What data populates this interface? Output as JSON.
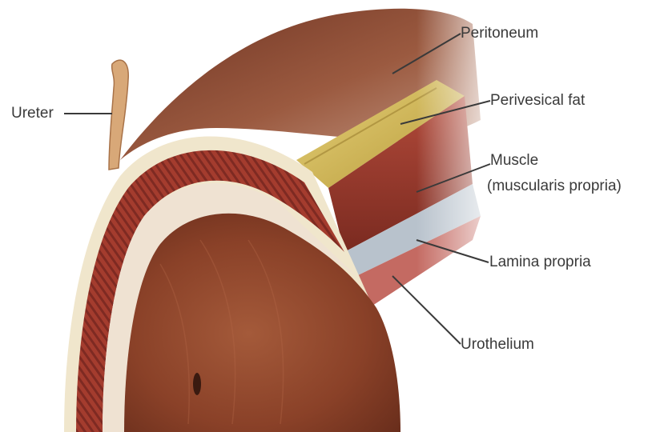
{
  "labels": {
    "ureter": "Ureter",
    "peritoneum": "Peritoneum",
    "perivesical_fat": "Perivesical fat",
    "muscle": "Muscle",
    "muscle_sub": "(muscularis propria)",
    "lamina_propria": "Lamina propria",
    "urothelium": "Urothelium"
  },
  "colors": {
    "peritoneum": "#8a4a32",
    "perivesical_fat": "#d9c25a",
    "muscle": "#9a3a2e",
    "lamina_propria": "#b8c2cc",
    "urothelium": "#c46a62",
    "interior": "#8e4a30",
    "leader_line": "#3a3a3a"
  }
}
